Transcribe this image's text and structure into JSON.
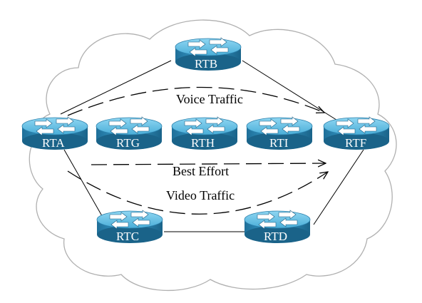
{
  "diagram": {
    "flows": {
      "voice": "Voice Traffic",
      "best_effort": "Best Effort",
      "video": "Video Traffic"
    },
    "routers": {
      "rta": "RTA",
      "rtb": "RTB",
      "rtc": "RTC",
      "rtd": "RTD",
      "rtf": "RTF",
      "rtg": "RTG",
      "rth": "RTH",
      "rti": "RTI"
    },
    "colors": {
      "router_body": "#2a8fc0",
      "router_top": "#62bfe4",
      "router_dark": "#175d82",
      "cloud_outline": "#b0b0b0"
    }
  }
}
